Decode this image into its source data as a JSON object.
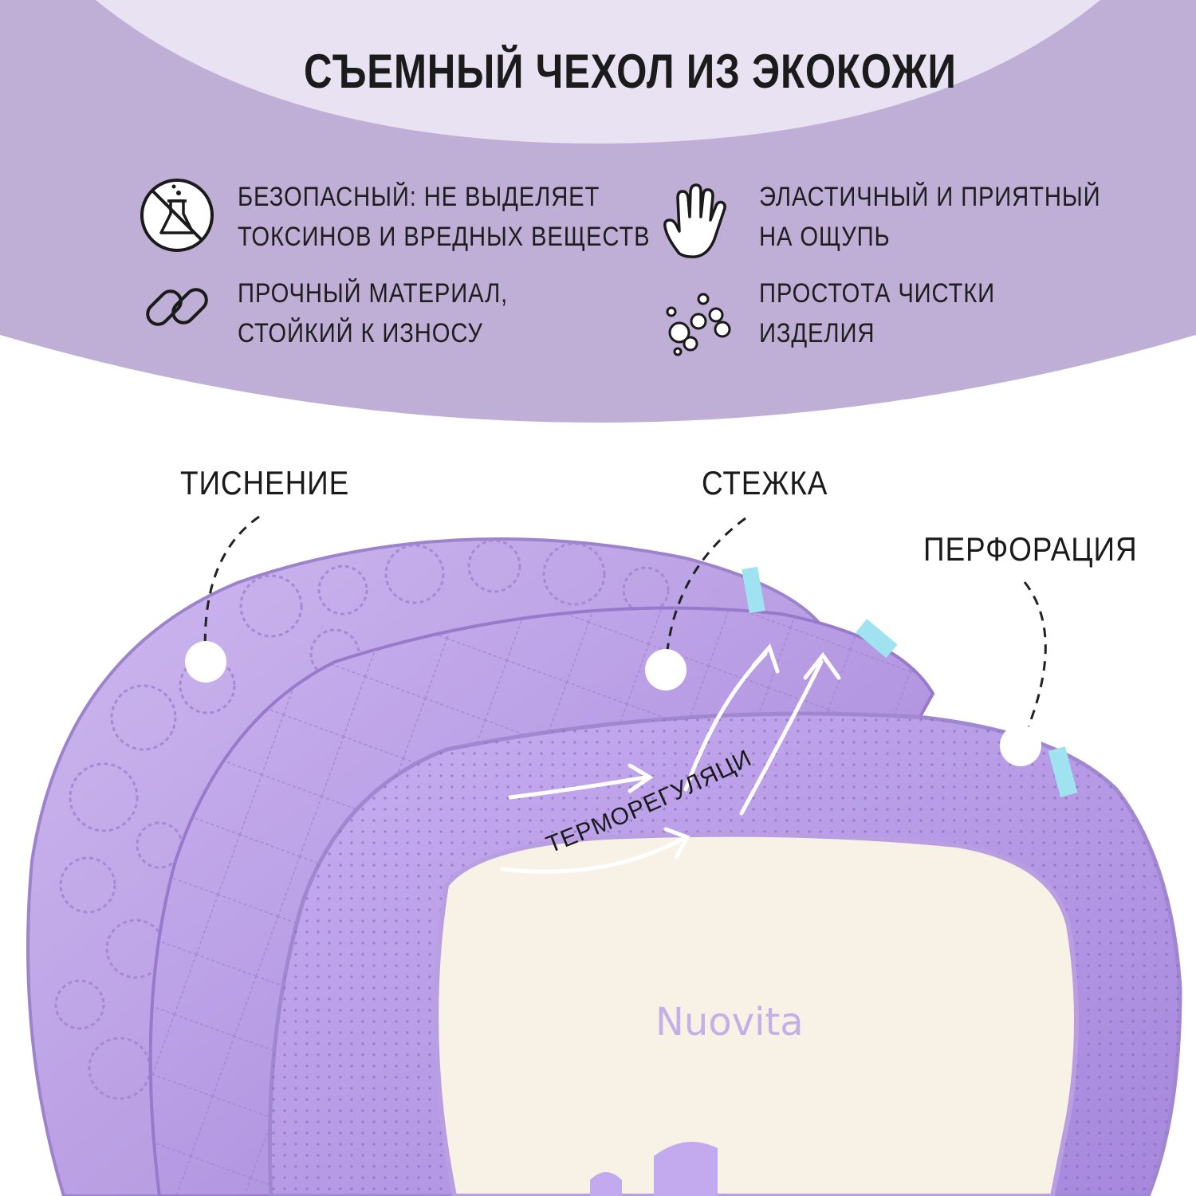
{
  "title": "СЪЕМНЫЙ ЧЕХОЛ ИЗ ЭКОКОЖИ",
  "features": [
    {
      "icon": "no-toxins-icon",
      "line1": "БЕЗОПАСНЫЙ: НЕ ВЫДЕЛЯЕТ",
      "line2": "ТОКСИНОВ И ВРЕДНЫХ ВЕЩЕСТВ"
    },
    {
      "icon": "hand-icon",
      "line1": "ЭЛАСТИЧНЫЙ И ПРИЯТНЫЙ",
      "line2": "НА ОЩУПЬ"
    },
    {
      "icon": "chain-link-icon",
      "line1": "ПРОЧНЫЙ МАТЕРИАЛ,",
      "line2": "СТОЙКИЙ К ИЗНОСУ"
    },
    {
      "icon": "bubbles-icon",
      "line1": "ПРОСТОТА ЧИСТКИ",
      "line2": "ИЗДЕЛИЯ"
    }
  ],
  "labels": {
    "embossing": "ТИСНЕНИЕ",
    "stitching": "СТЕЖКА",
    "perforation": "ПЕРФОРАЦИЯ",
    "thermoregulation": "ТЕРМОРЕГУЛЯЦИЯ"
  },
  "brand": "Nuovita",
  "colors": {
    "band": "#bfaed6",
    "band_top": "#e9e2f2",
    "pad_lilac": "#b89de8",
    "pad_insert": "#f7f1e6"
  }
}
